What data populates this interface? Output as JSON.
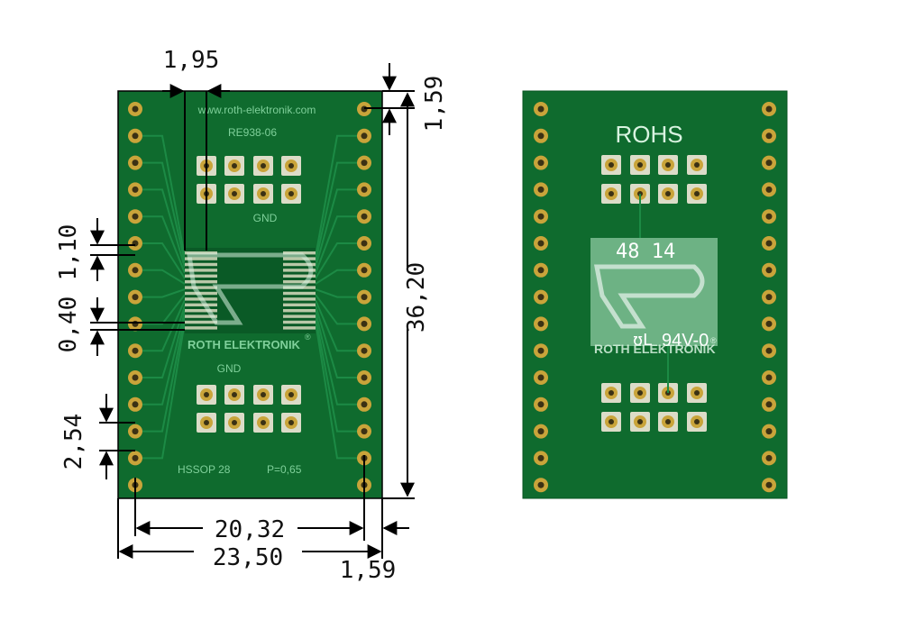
{
  "colors": {
    "pcb": "#0f6b2e",
    "pcb_dark": "#0a5423",
    "pad": "#c9a43a",
    "trace": "#1c8a45",
    "silk": "#8fe0a8",
    "dim_line": "#000000"
  },
  "front_board": {
    "url_text": "www.roth-elektronik.com",
    "part_number": "RE938-06",
    "gnd_top": "GND",
    "gnd_bottom": "GND",
    "brand": "ROTH ELEKTRONIK",
    "registered": "®",
    "package": "HSSOP 28",
    "pitch": "P=0,65"
  },
  "back_board": {
    "rohs": "ROHS",
    "date_code": "48 14",
    "rating": "94V-0",
    "ul_mark": "ʊL",
    "brand": "ROTH ELEKTRONIK",
    "registered": "®"
  },
  "dimensions": {
    "top_width": "1,95",
    "corner_offset_right": "1,59",
    "pad_spacing_small": "1,10",
    "pad_width": "0,40",
    "pitch_edge": "2,54",
    "height": "36,20",
    "row_span": "20,32",
    "total_width": "23,50",
    "corner_offset_bottom": "1,59"
  }
}
